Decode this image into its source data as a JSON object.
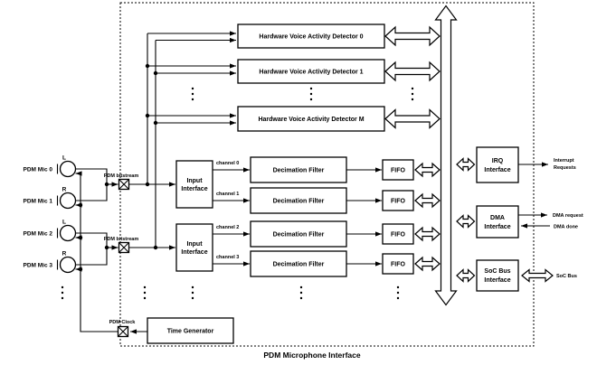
{
  "diagram": {
    "title": "PDM Microphone Interface",
    "colors": {
      "line": "#000000",
      "background": "#ffffff"
    },
    "mics": [
      {
        "name": "PDM Mic 0",
        "side": "L"
      },
      {
        "name": "PDM Mic 1",
        "side": "R"
      },
      {
        "name": "PDM Mic 2",
        "side": "L"
      },
      {
        "name": "PDM Mic 3",
        "side": "R"
      }
    ],
    "channels": [
      "channel 0",
      "channel 1",
      "channel 2",
      "channel 3"
    ],
    "hvad": [
      "Hardware Voice Activity Detector 0",
      "Hardware Voice Activity Detector 1",
      "Hardware Voice Activity Detector M"
    ],
    "labels": {
      "pdm_bitstream": "PDM bitstream",
      "pdm_clock": "PDM Clock",
      "time_generator": "Time Generator",
      "input_line1": "Input",
      "input_line2": "Interface",
      "decimation_filter": "Decimation Filter",
      "fifo": "FIFO",
      "irq_line1": "IRQ",
      "irq_line2": "Interface",
      "dma_line1": "DMA",
      "dma_line2": "Interface",
      "soc_line1": "SoC Bus",
      "soc_line2": "Interface"
    },
    "external": {
      "interrupt_line1": "Interrupt",
      "interrupt_line2": "Requests",
      "dma_request": "DMA request",
      "dma_done": "DMA done",
      "soc_bus": "SoC Bus"
    }
  }
}
